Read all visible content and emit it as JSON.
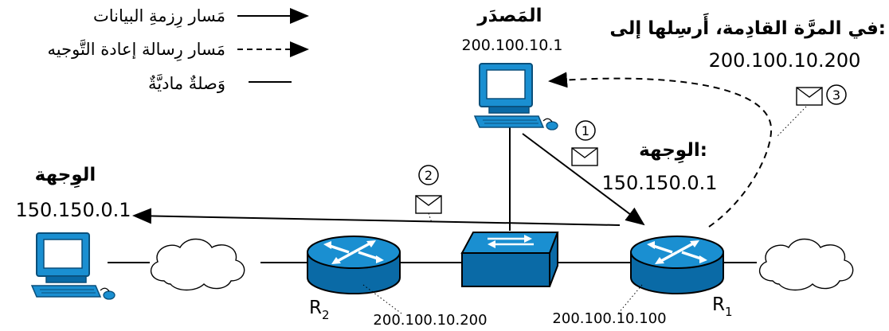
{
  "legend": {
    "items": [
      {
        "label": "مَسار رِزمةِ البيانات",
        "style": "solid-arrow"
      },
      {
        "label": "مَسار رِسالة إعادة التَّوجيه",
        "style": "dashed-arrow"
      },
      {
        "label": "وَصلةٌ ماديَّةٌ",
        "style": "solid-line"
      }
    ]
  },
  "source": {
    "title": "المَصدَر",
    "ip": "200.100.10.1"
  },
  "next_time": {
    "title": "في المرَّة القادِمة، أَرسِلها إلى:",
    "ip": "200.100.10.200"
  },
  "dest_r1": {
    "title": "الوِجهة:",
    "ip": "150.150.0.1"
  },
  "dest_left": {
    "title": "الوِجهة",
    "ip": "150.150.0.1"
  },
  "steps": [
    "1",
    "2",
    "3"
  ],
  "routers": {
    "r1": {
      "name": "R",
      "sub": "1",
      "ip": "200.100.10.100"
    },
    "r2": {
      "name": "R",
      "sub": "2",
      "ip": "200.100.10.200"
    }
  },
  "colors": {
    "device": "#1a8fd1",
    "device_dark": "#0a6aa6",
    "line": "#000000"
  }
}
